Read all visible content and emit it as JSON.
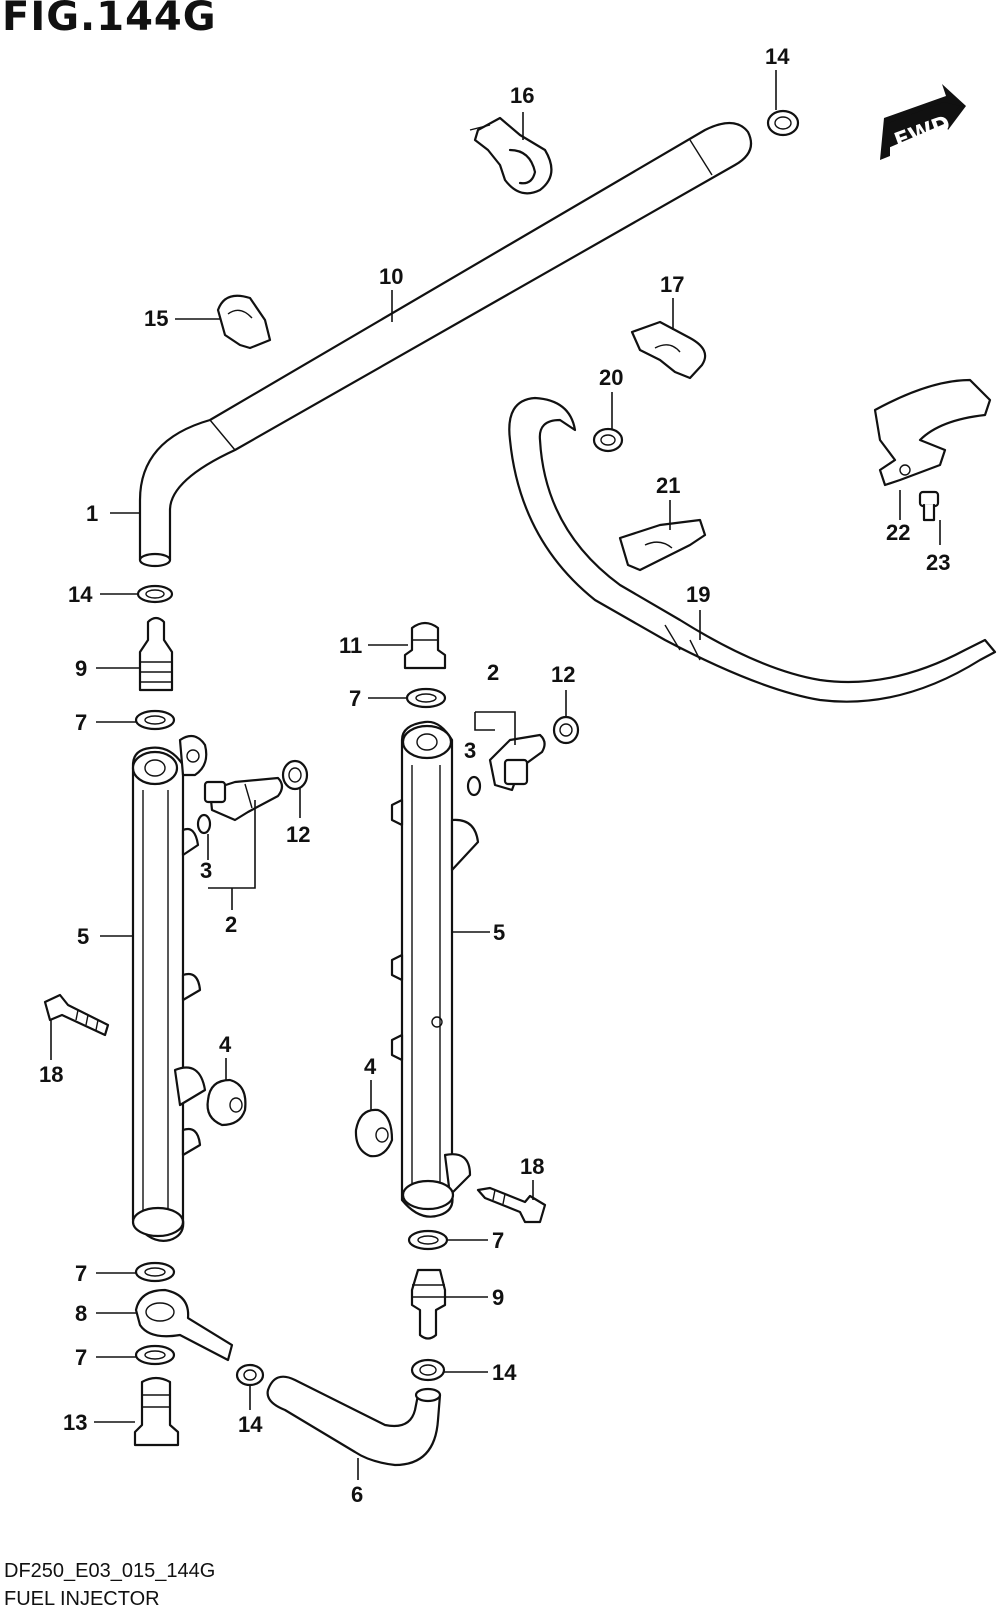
{
  "figure": {
    "title": "FIG.144G",
    "code": "DF250_E03_015_144G",
    "name": "FUEL INJECTOR",
    "fwd_label": "FWD"
  },
  "callouts": {
    "c14a": "14",
    "c16": "16",
    "c10": "10",
    "c15": "15",
    "c17": "17",
    "c20": "20",
    "c21": "21",
    "c19": "19",
    "c22": "22",
    "c23": "23",
    "c1": "1",
    "c14b": "14",
    "c9a": "9",
    "c7a": "7",
    "c11": "11",
    "c7b": "7",
    "c2a": "2",
    "c12a": "12",
    "c3a": "3",
    "c12b": "12",
    "c3b": "3",
    "c2b": "2",
    "c5a": "5",
    "c5b": "5",
    "c4a": "4",
    "c18a": "18",
    "c4b": "4",
    "c18b": "18",
    "c7c": "7",
    "c7d": "7",
    "c9b": "9",
    "c8": "8",
    "c7e": "7",
    "c14c": "14",
    "c13": "13",
    "c14d": "14",
    "c6": "6"
  },
  "colors": {
    "line": "#111111",
    "background": "#ffffff"
  }
}
